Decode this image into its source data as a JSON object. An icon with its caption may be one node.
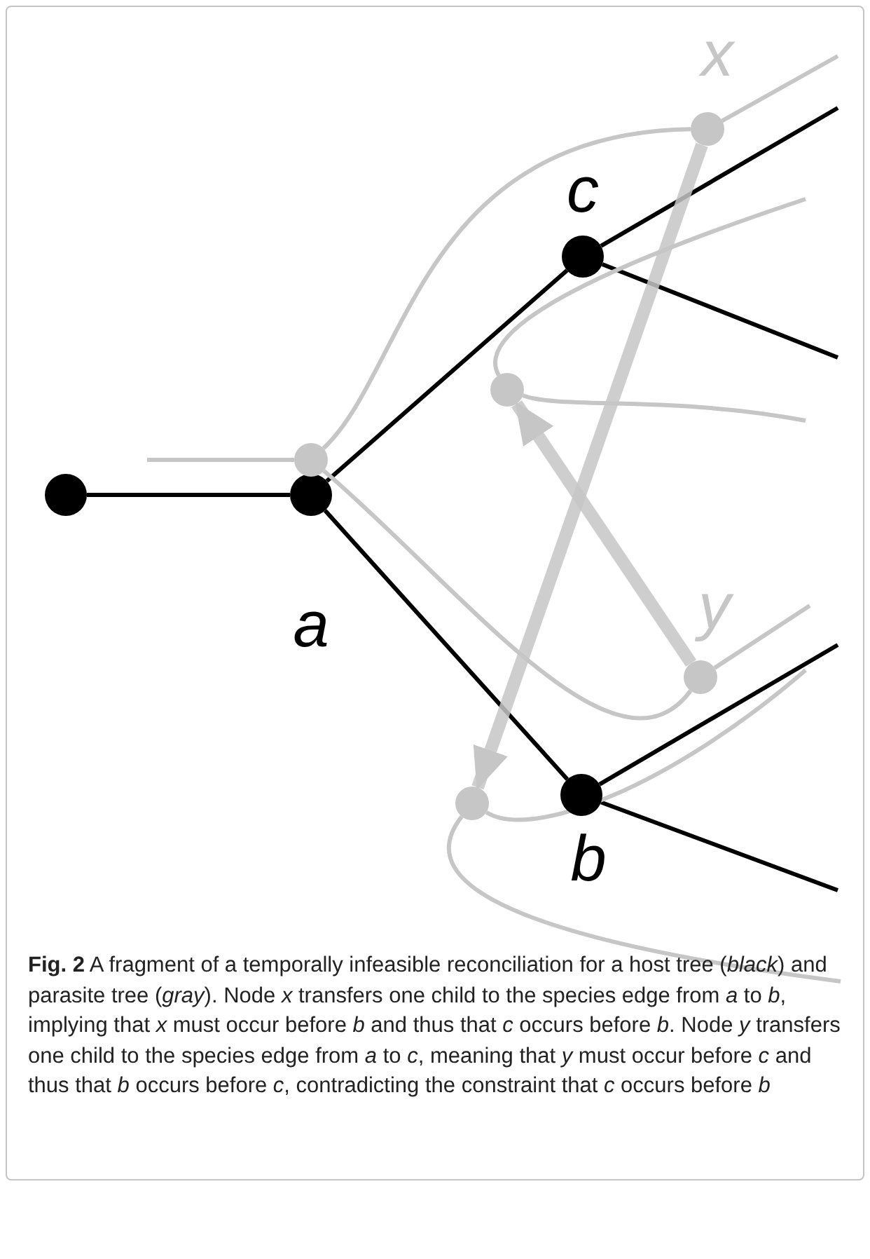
{
  "diagram": {
    "caption": "**Fig. 2** A fragment of a temporally infeasible reconciliation for a host tree (*black*) and parasite tree (*gray*). Node *x* transfers one child to the species edge from *a* to *b*, implying that *x* must occur before *b* and thus that *c* occurs before *b*. Node *y* transfers one child to the species edge from *a* to *c*, meaning that *y* must occur before *c* and thus that *b* occurs before *c*, contradicting the constraint that *c* occurs before *b*",
    "nodes": [
      {
        "text": [],
        "shape": "circle"
      },
      {
        "text": [],
        "shape": "circle",
        "beside": [
          "a"
        ]
      },
      {
        "text": [],
        "shape": "circle",
        "beside": [
          "c"
        ]
      },
      {
        "text": [],
        "shape": "circle",
        "beside": [
          "b"
        ]
      },
      {
        "text": [],
        "shape": "circle"
      },
      {
        "text": [],
        "shape": "circle",
        "beside": [
          "x"
        ]
      },
      {
        "text": [],
        "shape": "circle"
      },
      {
        "text": [],
        "shape": "circle",
        "beside": [
          "y"
        ]
      },
      {
        "text": [],
        "shape": "circle"
      }
    ],
    "edges": [
      {
        "from": 0,
        "to": 1,
        "arrow": "none",
        "color": "#000000"
      },
      {
        "from": 1,
        "to": 2,
        "arrow": "none",
        "color": "#000000"
      },
      {
        "from": 1,
        "to": 3,
        "arrow": "none",
        "color": "#000000"
      },
      {
        "from": 2,
        "to": null,
        "arrow": "none",
        "color": "#000000"
      },
      {
        "from": 2,
        "to": null,
        "arrow": "none",
        "color": "#000000"
      },
      {
        "from": 3,
        "to": null,
        "arrow": "none",
        "color": "#000000"
      },
      {
        "from": 3,
        "to": null,
        "arrow": "none",
        "color": "#000000"
      },
      {
        "from": null,
        "to": 4,
        "arrow": "none"
      },
      {
        "from": 4,
        "to": 5,
        "arrow": "none"
      },
      {
        "from": 4,
        "to": 7,
        "arrow": "none"
      },
      {
        "from": 5,
        "to": null,
        "arrow": "none"
      },
      {
        "from": 5,
        "to": 8,
        "arrow": "to",
        "style": "thick"
      },
      {
        "from": 7,
        "to": null,
        "arrow": "none"
      },
      {
        "from": 7,
        "to": 6,
        "arrow": "to",
        "style": "thick"
      },
      {
        "from": 6,
        "to": null,
        "arrow": "none"
      },
      {
        "from": 6,
        "to": null,
        "arrow": "none"
      },
      {
        "from": 8,
        "to": null,
        "arrow": "none"
      },
      {
        "from": 8,
        "to": null,
        "arrow": "none"
      }
    ]
  }
}
